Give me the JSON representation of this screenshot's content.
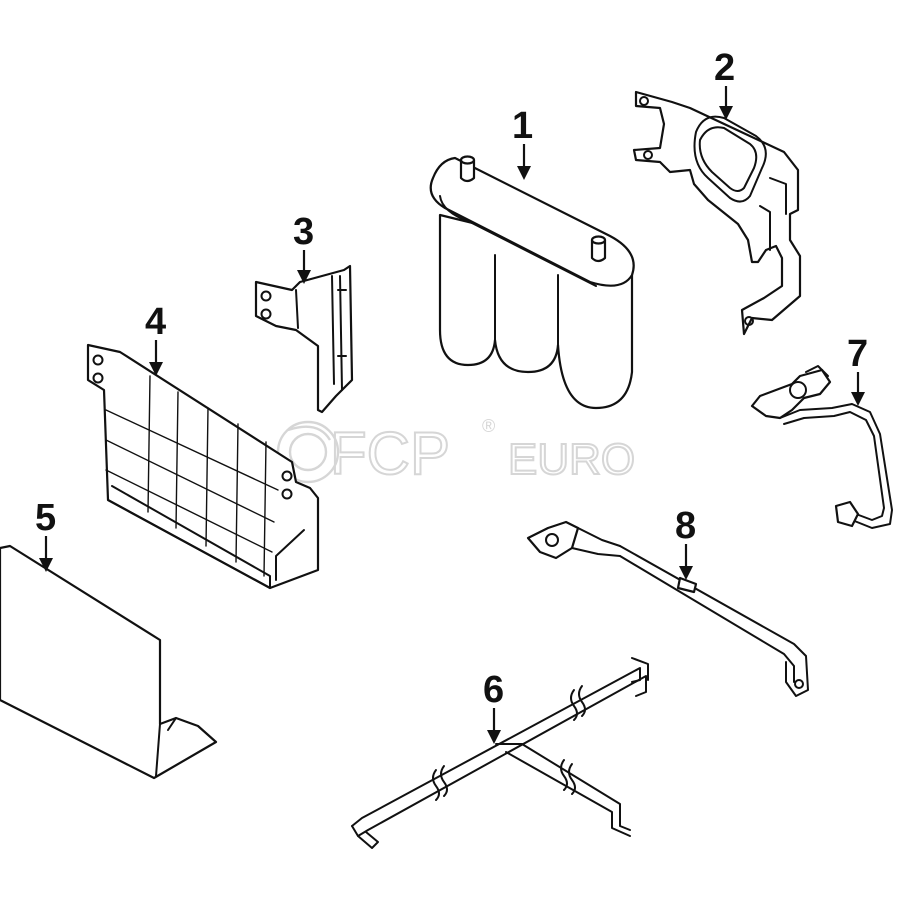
{
  "diagram": {
    "callouts": [
      {
        "id": "1",
        "label": "1"
      },
      {
        "id": "2",
        "label": "2"
      },
      {
        "id": "3",
        "label": "3"
      },
      {
        "id": "4",
        "label": "4"
      },
      {
        "id": "5",
        "label": "5"
      },
      {
        "id": "6",
        "label": "6"
      },
      {
        "id": "7",
        "label": "7"
      },
      {
        "id": "8",
        "label": "8"
      }
    ]
  },
  "watermark": {
    "brand": "FCP",
    "suffix": "EURO",
    "registered_mark": "®"
  },
  "colors": {
    "line": "#111111",
    "background": "#ffffff",
    "watermark": "#d6d6d6"
  }
}
